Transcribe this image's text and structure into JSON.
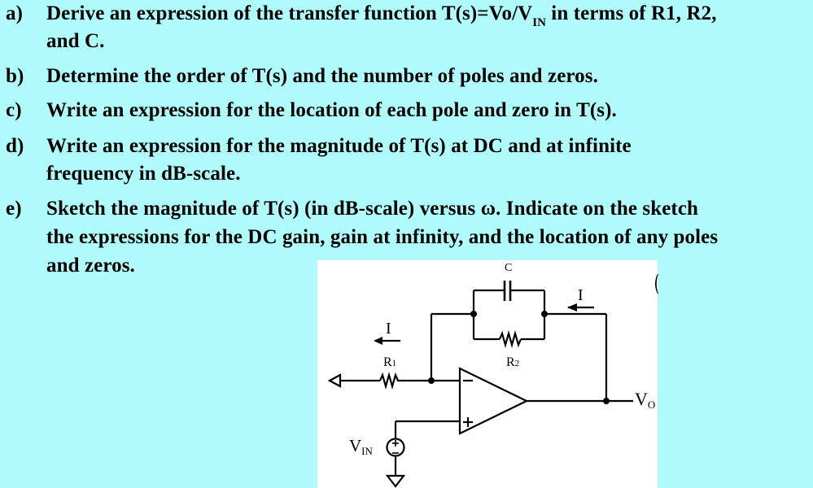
{
  "questions": [
    {
      "label": "a)",
      "line1_prefix": "Derive an expression of the transfer function T(s)=Vo/V",
      "line1_sub": "IN",
      "line1_suffix": " in terms of R1, R2,",
      "line2": "and C."
    },
    {
      "label": "b)",
      "line1": "Determine the order of T(s) and the number of poles and zeros."
    },
    {
      "label": "c)",
      "line1": "Write an expression for the location of each pole and zero in T(s)."
    },
    {
      "label": "d)",
      "line1": "Write an expression for the magnitude of T(s) at DC and at infinite",
      "line2": "frequency in dB-scale."
    },
    {
      "label": "e)",
      "line1": "Sketch the magnitude of T(s) (in dB-scale) versus ω. Indicate on the sketch",
      "line2": "the expressions for the DC gain, gain at infinity, and the location of any poles",
      "line3": "and zeros."
    }
  ],
  "circuit": {
    "capacitor_label": "C",
    "r1_label": "R",
    "r1_sub": "1",
    "r2_label": "R",
    "r2_sub": "2",
    "current_label_left": "I",
    "current_label_right": "I",
    "vin_label": "V",
    "vin_sub": "IN",
    "vo_label": "V",
    "vo_sub": "O",
    "opamp_minus": "−",
    "opamp_plus": "+",
    "source_plus": "+",
    "source_minus": "−",
    "stray_glyph": "("
  },
  "colors": {
    "background": "#b0fcfc",
    "diagram_bg": "#ffffff",
    "ink": "#000000"
  }
}
